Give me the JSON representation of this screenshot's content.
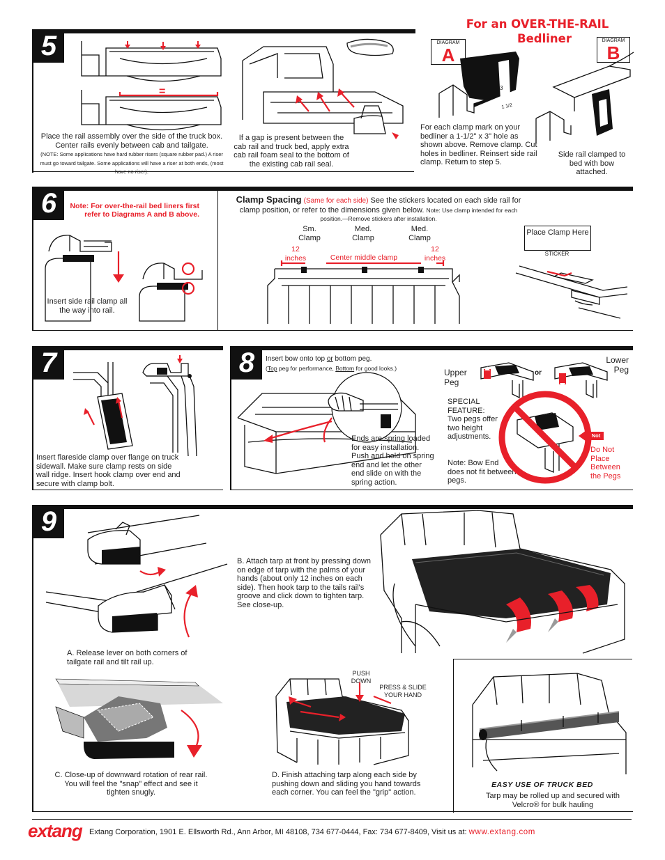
{
  "header": {
    "title_line1": "For an OVER-THE-RAIL",
    "title_line2": "Bedliner",
    "diagram_tag": "DIAGRAM",
    "diagram_a": "A",
    "diagram_b": "B"
  },
  "step5": {
    "number": "5",
    "equal_mark": "=",
    "caption_rail": "Place the rail assembly over the side of the truck box. Center rails evenly between cab and tailgate.",
    "note_rail": "(NOTE: Some applications have hard rubber risers (square rubber pad.) A riser must go toward tailgate. Some applications will have a riser at both ends, (most have no riser).",
    "caption_gap": "If a gap is present between the cab rail and truck bed, apply extra cab rail foam seal to the bottom of the existing cab rail seal.",
    "caption_a": "For each clamp mark on your bedliner a 1-1/2\" x 3\" hole as shown above. Remove clamp. Cut holes in bedliner. Reinsert side rail clamp. Return to step 5.",
    "caption_b": "Side rail clamped to bed with bow attached.",
    "dim_a": "1 1/2",
    "dim_b": "3"
  },
  "step6": {
    "number": "6",
    "note": "Note: For over-the-rail bed liners first refer to Diagrams A and B above.",
    "caption": "Insert side rail clamp all the way into rail.",
    "spacing_title": "Clamp Spacing",
    "spacing_paren": "(Same for each side)",
    "spacing_text": "See the stickers located on each side rail for clamp position, or refer to the dimensions given below.",
    "spacing_note": "Note: Use clamp intended for each position.—Remove stickers after installation.",
    "clamp_sm": "Sm. Clamp",
    "clamp_med1": "Med. Clamp",
    "clamp_med2": "Med. Clamp",
    "dim_left": "12 inches",
    "dim_center": "Center middle clamp",
    "dim_right": "12 inches",
    "sticker_label": "Place Clamp Here",
    "sticker_caption": "STICKER"
  },
  "step7": {
    "number": "7",
    "caption": "Insert flareside clamp over flange on truck sidewall. Make sure clamp rests on side wall ridge. Insert hook clamp over end and secure with clamp bolt."
  },
  "step8": {
    "number": "8",
    "intro_pre": "Insert bow onto top ",
    "intro_or": "or",
    "intro_post": " bottom peg.",
    "sub_top": "Top",
    "sub_mid": " peg for performance, ",
    "sub_bottom": "Bottom",
    "sub_end": " for good looks.)",
    "sub_open": "(",
    "upper_peg": "Upper Peg",
    "or_label": "or",
    "lower_peg": "Lower Peg",
    "spring_text": "Ends are spring loaded for easy installation. Push and hold on spring end and let the other end slide on with the spring action.",
    "special_feature": "SPECIAL FEATURE: Two pegs offer two height adjustments.",
    "note_text": "Note: Bow End does not fit between pegs.",
    "not_badge": "Not",
    "do_not": "Do Not Place Between the Pegs"
  },
  "step9": {
    "number": "9",
    "caption_a": "A. Release lever on both corners of tailgate rail and tilt rail up.",
    "caption_b": "B. Attach tarp at front by pressing down on edge of tarp with the palms of your hands (about only 12 inches on each side). Then hook tarp to the tails rail's groove and click down to tighten tarp. See close-up.",
    "caption_c": "C. Close-up of downward rotation of rear rail. You will feel the \"snap\" effect and see it tighten snugly.",
    "caption_d": "D. Finish attaching tarp along each side by pushing down and sliding you hand towards each corner. You can feel the \"grip\" action.",
    "push_down": "PUSH DOWN",
    "press_slide": "PRESS & SLIDE YOUR HAND",
    "easy_title": "EASY USE OF TRUCK BED",
    "easy_text": "Tarp may be rolled up and secured with Velcro® for bulk hauling"
  },
  "footer": {
    "logo": "extang",
    "address": "Extang Corporation, 1901 E. Ellsworth Rd., Ann Arbor, MI 48108, 734 677-0444, Fax: 734 677-8409, Visit us at:",
    "website": "www.extang.com"
  },
  "colors": {
    "accent": "#e8202a",
    "ink": "#111111"
  }
}
